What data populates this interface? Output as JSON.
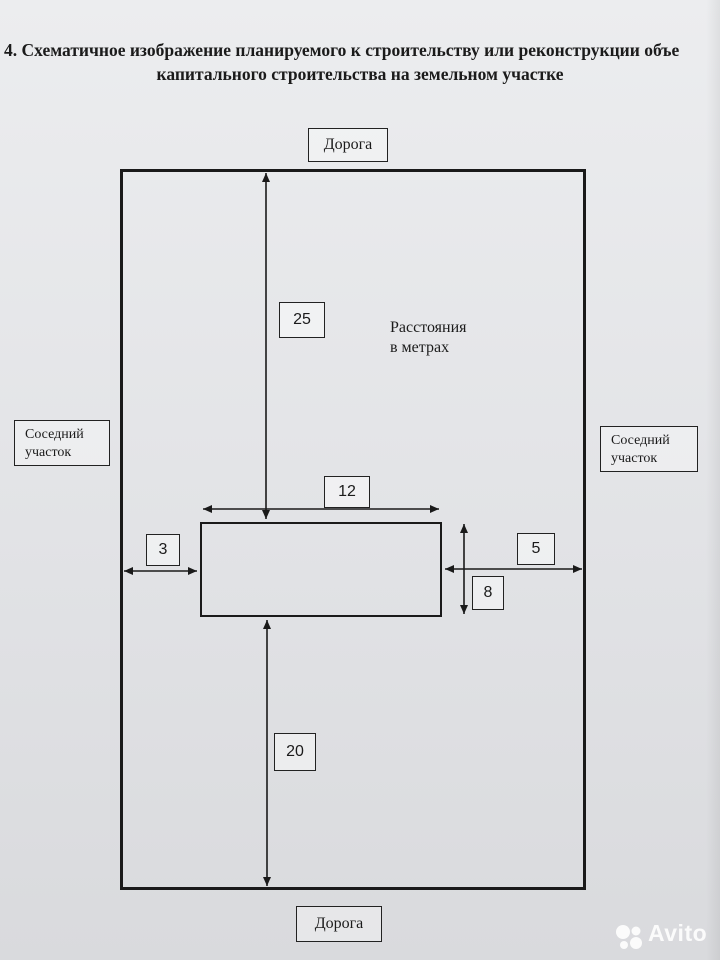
{
  "heading": {
    "line1": "4. Схематичное изображение планируемого к строительству или реконструкции объе",
    "line2": "капитального строительства на земельном участке"
  },
  "labels": {
    "road_top": "Дорога",
    "road_bottom": "Дорога",
    "neighbor_left": [
      "Соседний",
      "участок"
    ],
    "neighbor_right": [
      "Соседний",
      "участок"
    ],
    "units_note": [
      "Расстояния",
      "в метрах"
    ]
  },
  "dimensions": {
    "to_road_top": "25",
    "building_length": "12",
    "to_left_neighbor": "3",
    "to_right_neighbor": "5",
    "building_width": "8",
    "to_road_bottom": "20"
  },
  "watermark": "Avito",
  "colors": {
    "paper": "#e6e7ea",
    "ink": "#1a1a1a"
  }
}
